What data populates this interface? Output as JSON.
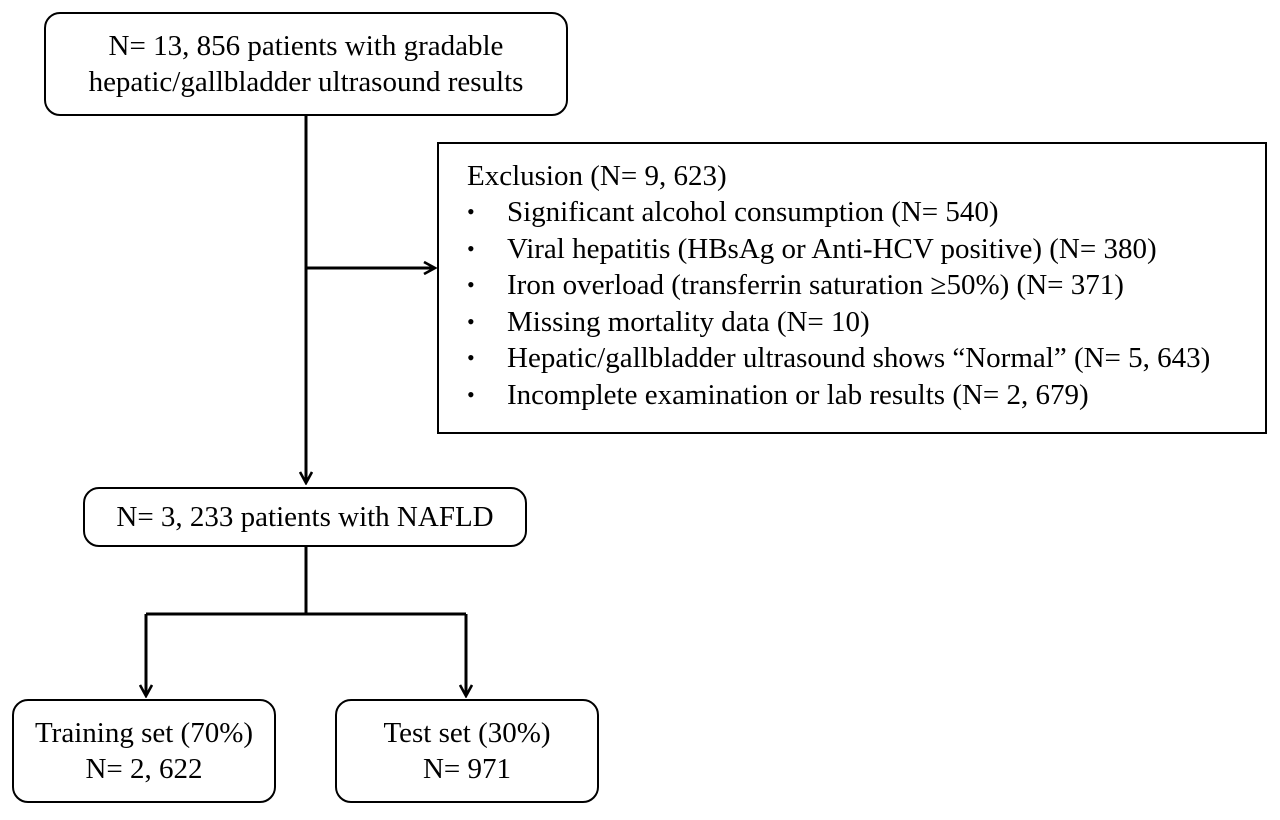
{
  "flowchart": {
    "source_box": {
      "line1": "N= 13, 856 patients with gradable",
      "line2": "hepatic/gallbladder ultrasound results"
    },
    "exclusion_box": {
      "title": "Exclusion (N= 9, 623)",
      "items": [
        "Significant alcohol consumption (N= 540)",
        "Viral hepatitis (HBsAg or Anti-HCV positive) (N= 380)",
        "Iron overload (transferrin saturation ≥50%) (N= 371)",
        "Missing mortality data (N= 10)",
        "Hepatic/gallbladder ultrasound shows “Normal” (N= 5, 643)",
        "Incomplete examination or lab results (N= 2, 679)"
      ]
    },
    "nafld_box": {
      "label": "N= 3, 233 patients with NAFLD"
    },
    "training_box": {
      "line1": "Training set (70%)",
      "line2": "N= 2, 622"
    },
    "test_box": {
      "line1": "Test set (30%)",
      "line2": "N= 971"
    }
  },
  "colors": {
    "line": "#000000",
    "background": "#ffffff"
  }
}
